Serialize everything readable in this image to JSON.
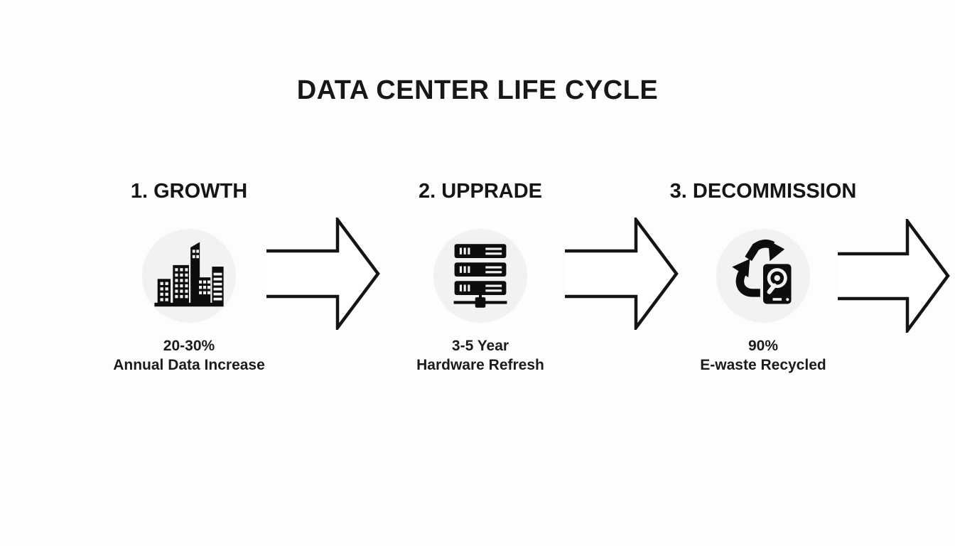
{
  "title": "DATA CENTER LIFE CYCLE",
  "stages": [
    {
      "heading": "1. GROWTH",
      "icon": "city-buildings-icon",
      "stat": "20-30%",
      "caption": "Annual Data Increase"
    },
    {
      "heading": "2. UPPRADE",
      "icon": "server-rack-icon",
      "stat": "3-5 Year",
      "caption": "Hardware Refresh"
    },
    {
      "heading": "3. DECOMMISSION",
      "icon": "recycle-hard-drive-icon",
      "stat": "90%",
      "caption": "E-waste Recycled"
    }
  ],
  "colors": {
    "background": "#fdfdfd",
    "text": "#151515",
    "icon_circle_fill": "#f2f2f2",
    "icon_glyph": "#0d0d0d",
    "arrow_stroke": "#141414",
    "arrow_fill": "#ffffff"
  }
}
